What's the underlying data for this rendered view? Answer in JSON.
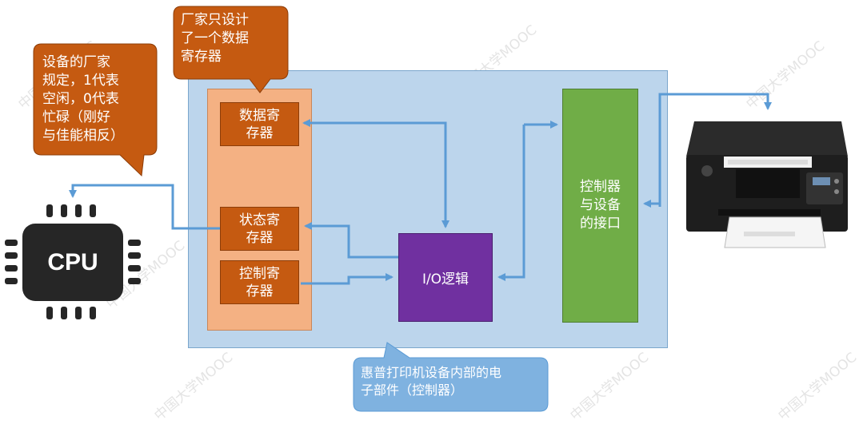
{
  "callouts": {
    "manufacturer": "厂家只设计\n了一个数据\n寄存器",
    "status_rule": "设备的厂家\n规定，1代表\n空闲，0代表\n忙碌（刚好\n与佳能相反）",
    "component": "惠普打印机设备内部的电\n子部件（控制器）"
  },
  "registers": {
    "data": "数据寄\n存器",
    "status": "状态寄\n存器",
    "control": "控制寄\n存器"
  },
  "io_logic": "I/O逻辑",
  "controller_interface": "控制器\n与设备\n的接口",
  "cpu_label": "CPU",
  "watermark": "中国大学MOOC",
  "colors": {
    "outer_box": "#bcd5ec",
    "register_panel": "#f4b183",
    "register": "#c55a11",
    "io_logic": "#7030a0",
    "controller_interface": "#70ad47",
    "callout_orange": "#c55a11",
    "callout_blue": "#7fb2e0",
    "arrow": "#5b9bd5"
  },
  "icons": [
    "cpu-icon",
    "printer-icon"
  ]
}
